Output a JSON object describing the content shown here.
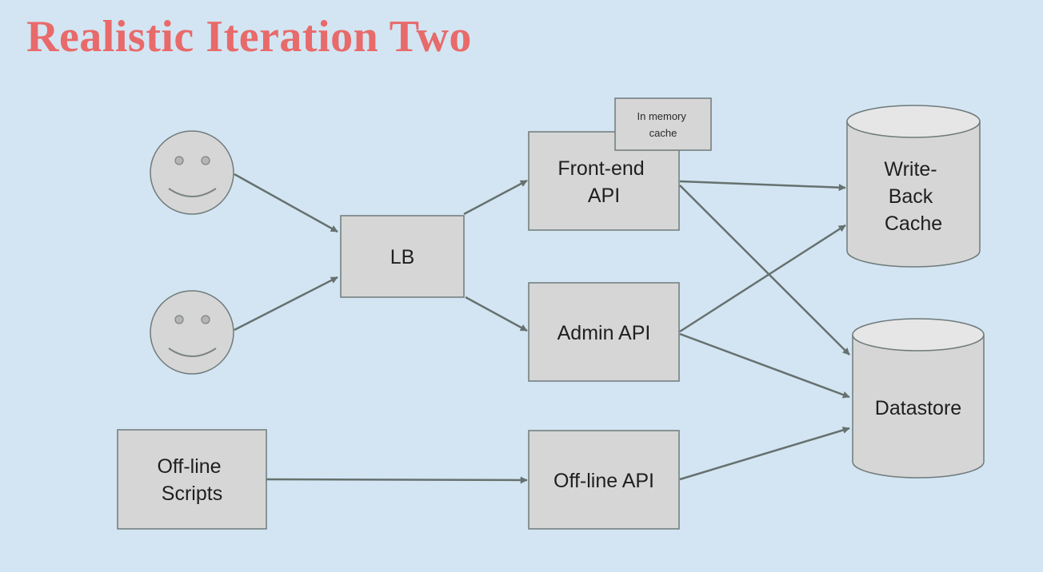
{
  "title": "Realistic Iteration Two",
  "nodes": {
    "lb": "LB",
    "frontend_api": [
      "Front-end",
      "API"
    ],
    "in_memory_cache": [
      "In memory",
      "cache"
    ],
    "admin_api": "Admin API",
    "offline_scripts": [
      "Off-line",
      "Scripts"
    ],
    "offline_api": "Off-line API",
    "write_back_cache": [
      "Write-",
      "Back",
      "Cache"
    ],
    "datastore": "Datastore"
  },
  "users": [
    "user",
    "user"
  ],
  "colors": {
    "background": "#d3e5f2",
    "title": "#e86a6a",
    "box_fill": "#d6d6d6",
    "edge": "#66716f"
  }
}
